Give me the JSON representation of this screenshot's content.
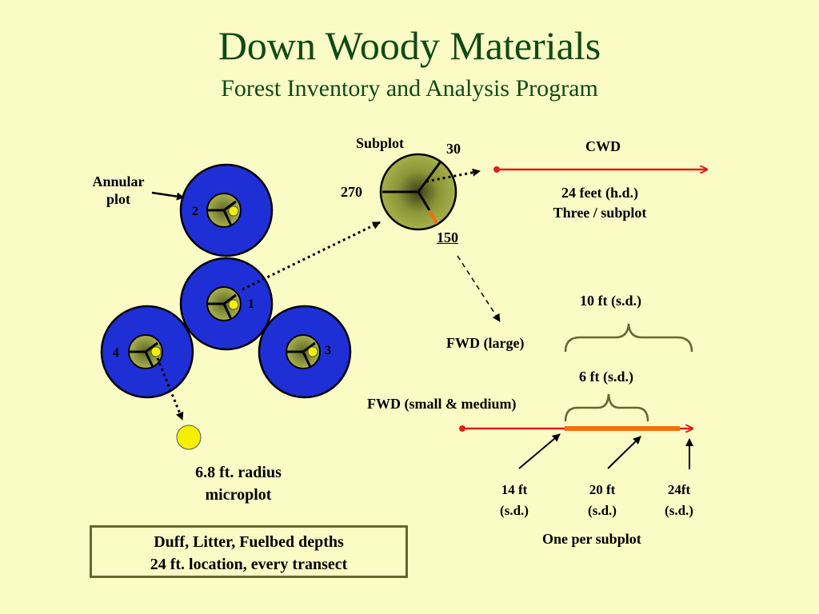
{
  "title": "Down Woody Materials",
  "subtitle": "Forest Inventory and Analysis Program",
  "labels": {
    "annular_plot_line1": "Annular",
    "annular_plot_line2": "plot",
    "subplot": "Subplot",
    "az30": "30",
    "az270": "270",
    "az150": "150",
    "cwd": "CWD",
    "cwd_len": "24 feet  (h.d.)",
    "cwd_count": "Three / subplot",
    "fwd_large": "FWD (large)",
    "fwd_large_len": "10 ft  (s.d.)",
    "fwd_small": "FWD (small & medium)",
    "fwd_small_len": "6 ft  (s.d.)",
    "mark14_a": "14 ft",
    "mark14_b": "(s.d.)",
    "mark20_a": "20 ft",
    "mark20_b": "(s.d.)",
    "mark24_a": "24ft",
    "mark24_b": "(s.d.)",
    "one_per_subplot": "One per subplot",
    "micro_line1": "6.8 ft. radius",
    "micro_line2": "microplot",
    "box_line1": "Duff, Litter, Fuelbed depths",
    "box_line2": "24 ft.  location, every transect",
    "sub1": "1",
    "sub2": "2",
    "sub3": "3",
    "sub4": "4"
  },
  "colors": {
    "title": "#0f4a14",
    "annular": "#1f2fd6",
    "subplot": "#8b9636",
    "cwd_line": "#e0201a",
    "fwd_segment": "#f07010",
    "micro": "#f4f000",
    "box_border": "#666633"
  }
}
